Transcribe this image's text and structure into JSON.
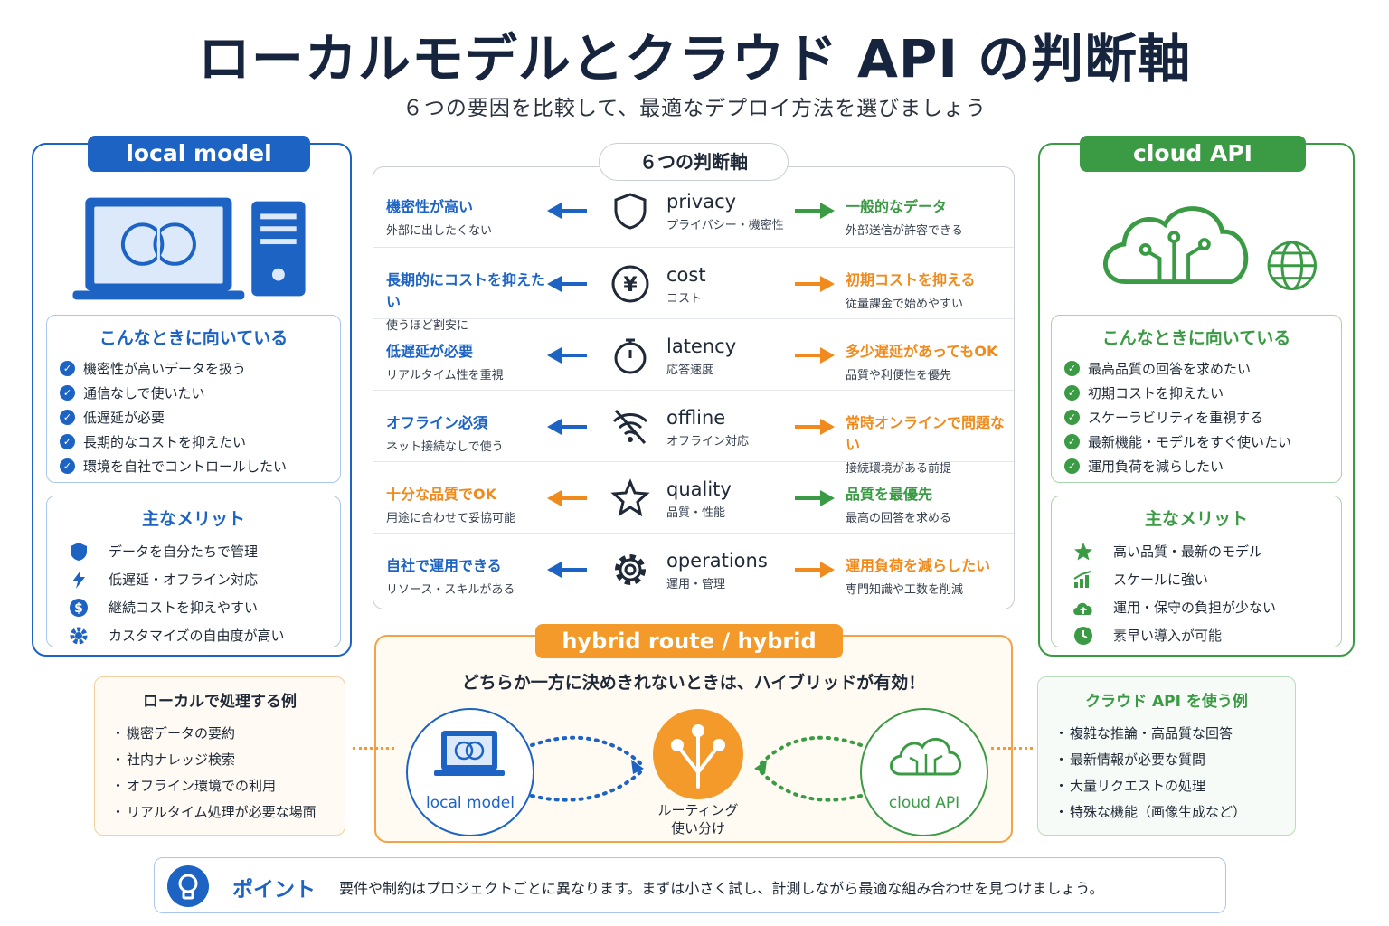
{
  "title": "ローカルモデルとクラウド API の判断軸",
  "subtitle": "６つの要因を比較して、最適なデプロイ方法を選びましょう",
  "local": {
    "tab": "local model",
    "suited_title": "こんなときに向いている",
    "suited": [
      "機密性が高いデータを扱う",
      "通信なしで使いたい",
      "低遅延が必要",
      "長期的なコストを抑えたい",
      "環境を自社でコントロールしたい"
    ],
    "merits_title": "主なメリット",
    "merits": [
      {
        "icon": "shield-icon",
        "label": "データを自分たちで管理"
      },
      {
        "icon": "lightning-icon",
        "label": "低遅延・オフライン対応"
      },
      {
        "icon": "dollar-icon",
        "label": "継続コストを抑えやすい"
      },
      {
        "icon": "gear-icon",
        "label": "カスタマイズの自由度が高い"
      }
    ],
    "examples_title": "ローカルで処理する例",
    "examples": [
      "機密データの要約",
      "社内ナレッジ検索",
      "オフライン環境での利用",
      "リアルタイム処理が必要な場面"
    ]
  },
  "cloud": {
    "tab": "cloud API",
    "suited_title": "こんなときに向いている",
    "suited": [
      "最高品質の回答を求めたい",
      "初期コストを抑えたい",
      "スケーラビリティを重視する",
      "最新機能・モデルをすぐ使いたい",
      "運用負荷を減らしたい"
    ],
    "merits_title": "主なメリット",
    "merits": [
      {
        "icon": "star-icon",
        "label": "高い品質・最新のモデル"
      },
      {
        "icon": "growth-chart-icon",
        "label": "スケールに強い"
      },
      {
        "icon": "cloud-upload-icon",
        "label": "運用・保守の負担が少ない"
      },
      {
        "icon": "clock-icon",
        "label": "素早い導入が可能"
      }
    ],
    "examples_title": "クラウド API を使う例",
    "examples": [
      "複雑な推論・高品質な回答",
      "最新情報が必要な質問",
      "大量リクエストの処理",
      "特殊な機能（画像生成など）"
    ]
  },
  "axes_title": "６つの判断軸",
  "axes": [
    {
      "icon": "shield-icon",
      "name": "privacy",
      "sub": "プライバシー・機密性",
      "left": {
        "h": "機密性が高い",
        "s": "外部に出したくない",
        "color": "#1c63c4"
      },
      "right": {
        "h": "一般的なデータ",
        "s": "外部送信が許容できる",
        "color": "#3b9b45"
      }
    },
    {
      "icon": "yen-icon",
      "name": "cost",
      "sub": "コスト",
      "left": {
        "h": "長期的にコストを抑えたい",
        "s": "使うほど割安に",
        "color": "#1c63c4"
      },
      "right": {
        "h": "初期コストを抑える",
        "s": "従量課金で始めやすい",
        "color": "#f08a1c"
      }
    },
    {
      "icon": "stopwatch-icon",
      "name": "latency",
      "sub": "応答速度",
      "left": {
        "h": "低遅延が必要",
        "s": "リアルタイム性を重視",
        "color": "#1c63c4"
      },
      "right": {
        "h": "多少遅延があってもOK",
        "s": "品質や利便性を優先",
        "color": "#f08a1c"
      }
    },
    {
      "icon": "wifi-off-icon",
      "name": "offline",
      "sub": "オフライン対応",
      "left": {
        "h": "オフライン必須",
        "s": "ネット接続なしで使う",
        "color": "#1c63c4"
      },
      "right": {
        "h": "常時オンラインで問題ない",
        "s": "接続環境がある前提",
        "color": "#f08a1c"
      }
    },
    {
      "icon": "star-icon",
      "name": "quality",
      "sub": "品質・性能",
      "left": {
        "h": "十分な品質でOK",
        "s": "用途に合わせて妥協可能",
        "color": "#f08a1c"
      },
      "right": {
        "h": "品質を最優先",
        "s": "最高の回答を求める",
        "color": "#3b9b45"
      }
    },
    {
      "icon": "gear-icon",
      "name": "operations",
      "sub": "運用・管理",
      "left": {
        "h": "自社で運用できる",
        "s": "リソース・スキルがある",
        "color": "#1c63c4"
      },
      "right": {
        "h": "運用負荷を減らしたい",
        "s": "専門知識や工数を削減",
        "color": "#f08a1c"
      }
    }
  ],
  "hybrid": {
    "tab": "hybrid route / hybrid",
    "message": "どちらか一方に決めきれないときは、ハイブリッドが有効！",
    "local_label": "local model",
    "cloud_label": "cloud API",
    "router_label_1": "ルーティング",
    "router_label_2": "使い分け"
  },
  "point": {
    "label": "ポイント",
    "text": "要件や制約はプロジェクトごとに異なります。まずは小さく試し、計測しながら最適な組み合わせを見つけましょう。"
  },
  "colors": {
    "local": "#1c63c4",
    "cloud": "#3b9b45",
    "accent": "#f39a2b",
    "text": "#17243d"
  }
}
